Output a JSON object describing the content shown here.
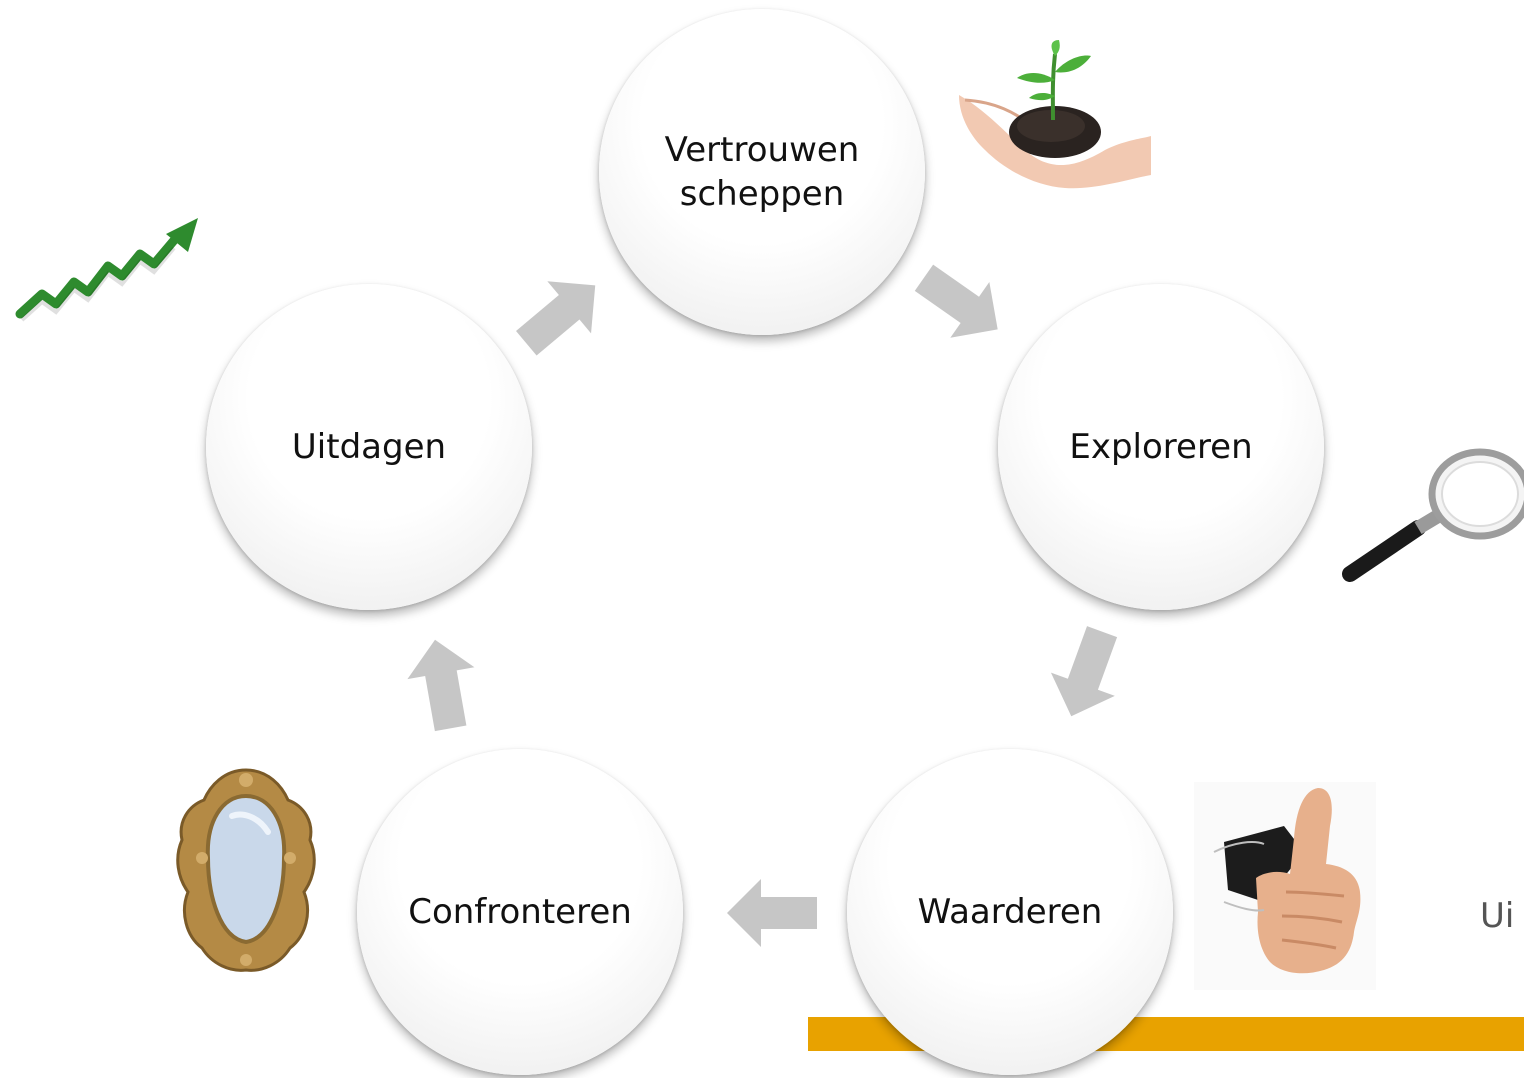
{
  "cycle": {
    "nodes": [
      {
        "label": "Vertrouwen\nscheppen"
      },
      {
        "label": "Exploreren"
      },
      {
        "label": "Waarderen"
      },
      {
        "label": "Confronteren"
      },
      {
        "label": "Uitdagen"
      }
    ]
  },
  "footer": {
    "partial_text": "Ui",
    "accent_color": "#E8A200"
  },
  "icons": {
    "top_left": "growth-chart-arrow-icon",
    "top_right": "hand-holding-plant-icon",
    "right": "magnifying-glass-icon",
    "bottom_right": "thumbs-up-icon",
    "bottom_left": "ornate-mirror-icon"
  }
}
